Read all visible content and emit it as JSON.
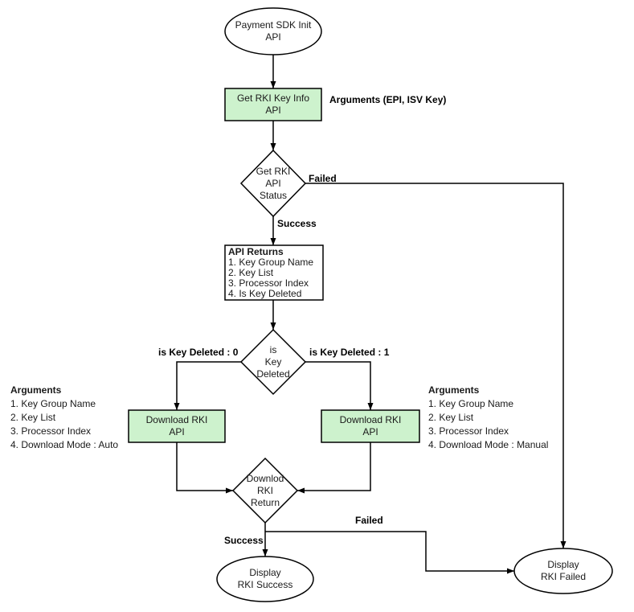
{
  "colors": {
    "line": "#000000",
    "green_fill": "#cdf2cd",
    "white_fill": "#ffffff"
  },
  "nodes": {
    "start": "Payment SDK Init\nAPI",
    "get_key_info": "Get RKI Key Info\nAPI",
    "status": "Get RKI\nAPI\nStatus",
    "api_returns": {
      "title": "API Returns",
      "items": [
        "1. Key Group Name",
        "2. Key List",
        "3. Processor Index",
        "4. Is Key Deleted"
      ]
    },
    "is_deleted": "is\nKey\nDeleted",
    "download_left": "Download RKI\nAPI",
    "download_right": "Download RKI\nAPI",
    "return_check": "Downlod\nRKI\nReturn",
    "display_success": "Display\nRKI Success",
    "display_failed": "Display\nRKI Failed"
  },
  "edge_labels": {
    "arguments_epi": "Arguments (EPI, ISV Key)",
    "failed_top": "Failed",
    "success_top": "Success",
    "deleted_0": "is Key Deleted : 0",
    "deleted_1": "is Key Deleted : 1",
    "success_bottom": "Success",
    "failed_bottom": "Failed"
  },
  "annotations": {
    "left": {
      "title": "Arguments",
      "items": [
        "1. Key Group Name",
        "2. Key List",
        "3. Processor Index",
        "4. Download Mode : Auto"
      ]
    },
    "right": {
      "title": "Arguments",
      "items": [
        "1. Key Group Name",
        "2. Key List",
        "3. Processor Index",
        "4. Download Mode : Manual"
      ]
    }
  }
}
